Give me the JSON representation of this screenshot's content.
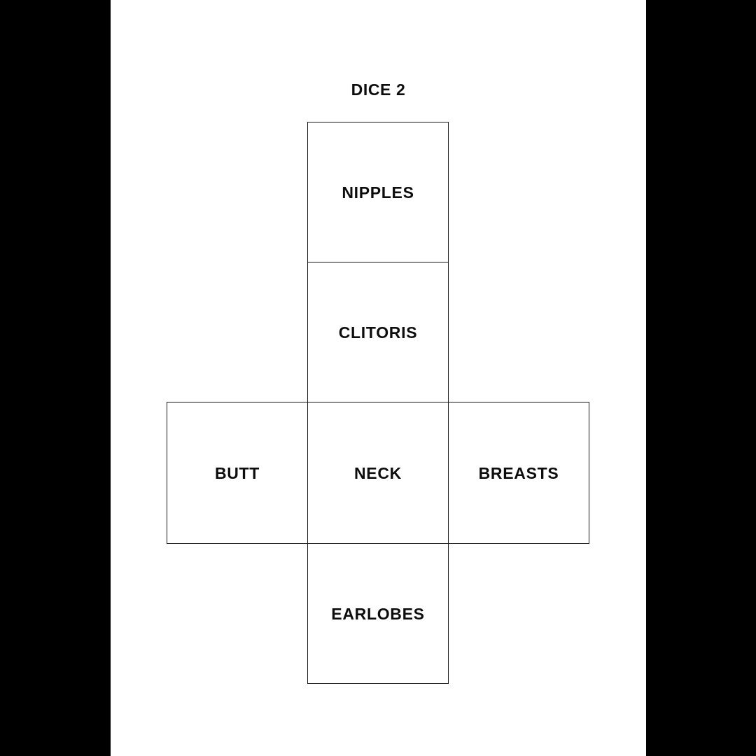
{
  "page": {
    "title": "DICE 2",
    "background_color": "#ffffff",
    "letterbox_color": "#000000",
    "line_color": "#1a1a1a",
    "text_color": "#0d0d0d"
  },
  "net": {
    "shape": "cube-net-cross",
    "columns": 3,
    "rows": 4,
    "faces": [
      {
        "label": "NIPPLES",
        "row": 0,
        "col": 1
      },
      {
        "label": "CLITORIS",
        "row": 1,
        "col": 1
      },
      {
        "label": "BUTT",
        "row": 2,
        "col": 0
      },
      {
        "label": "NECK",
        "row": 2,
        "col": 1
      },
      {
        "label": "BREASTS",
        "row": 2,
        "col": 2
      },
      {
        "label": "EARLOBES",
        "row": 3,
        "col": 1
      }
    ]
  }
}
